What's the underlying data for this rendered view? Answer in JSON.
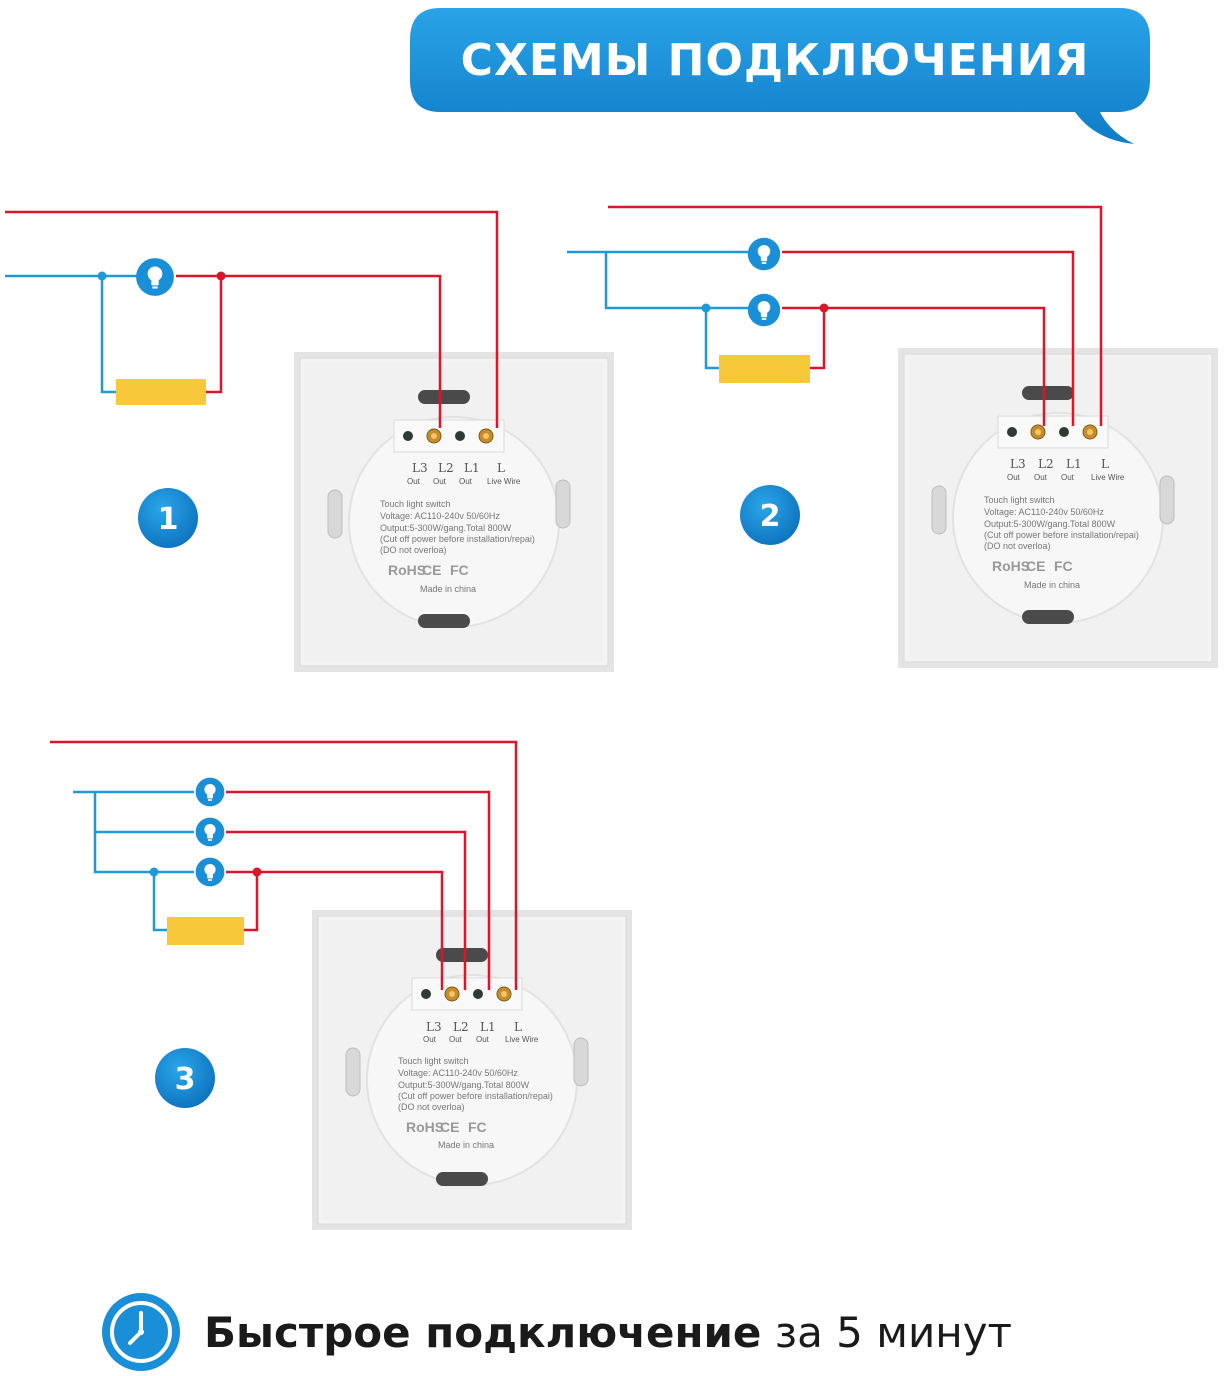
{
  "header": {
    "title": "СХЕМЫ ПОДКЛЮЧЕНИЯ"
  },
  "diagrams": [
    {
      "badge": "1"
    },
    {
      "badge": "2"
    },
    {
      "badge": "3"
    }
  ],
  "switch_panel": {
    "terminals": [
      {
        "label": "L3",
        "sub": "Out"
      },
      {
        "label": "L2",
        "sub": "Out"
      },
      {
        "label": "L1",
        "sub": "Out"
      },
      {
        "label": "L",
        "sub": "Live Wire"
      }
    ],
    "spec_lines": [
      "Touch light switch",
      "Voltage: AC110-240v 50/60Hz",
      "Output:5-300W/gang.Total 800W",
      "(Cut off power before installation/repai)",
      "(DO not overloa)"
    ],
    "marks": [
      "RoHS",
      "CE",
      "FC"
    ],
    "made_in": "Made in china"
  },
  "footer": {
    "bold_text": "Быстрое подключение",
    "regular_text": "за 5 минут",
    "icon": "clock-icon"
  },
  "colors": {
    "accent_blue": "#1a8fd8",
    "wire_red": "#d8172b",
    "wire_blue": "#1e9ad6",
    "resistor_yellow": "#f7c83a",
    "panel_gray": "#f0f0f0"
  }
}
